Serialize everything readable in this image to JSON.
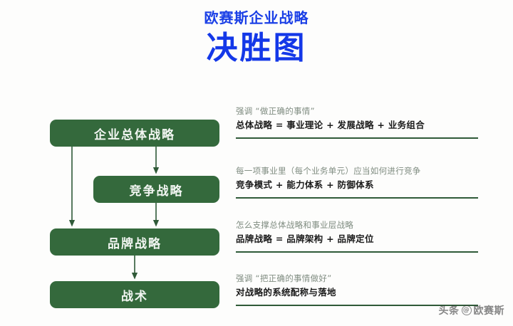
{
  "title": {
    "small": "欧赛斯企业战略",
    "large": "决胜图",
    "color_small": "#1a3fe6",
    "color_large": "#1438e8"
  },
  "theme": {
    "node_fill": "#34693c",
    "node_text": "#f2f6f2",
    "rule_color": "#2f5a38",
    "sub_text": "#7f8c80",
    "main_text": "#1b1b1b",
    "background": "#fdfdfc"
  },
  "flow": {
    "nodes": [
      {
        "id": "overall-strategy",
        "label": "企业总体战略"
      },
      {
        "id": "competitive-strategy",
        "label": "竞争战略"
      },
      {
        "id": "brand-strategy",
        "label": "品牌战略"
      },
      {
        "id": "tactics",
        "label": "战术"
      }
    ],
    "connectors": [
      {
        "from": "企业总体战略",
        "to": "竞争战略"
      },
      {
        "from": "企业总体战略",
        "to": "品牌战略"
      },
      {
        "from": "竞争战略",
        "to": "品牌战略"
      },
      {
        "from": "品牌战略",
        "to": "战术"
      }
    ]
  },
  "details": [
    {
      "sub": "强调 “做正确的事情”",
      "main": "总体战略 = 事业理论 + 发展战略 + 业务组合"
    },
    {
      "sub": "每一项事业里（每个业务单元）应当如何进行竞争",
      "main": "竞争模式 + 能力体系 + 防御体系"
    },
    {
      "sub": "怎么支撑总体战略和事业层战略",
      "main": "品牌战略 = 品牌架构 + 品牌定位"
    },
    {
      "sub": "强调 “把正确的事情做好”",
      "main": "对战略的系统配称与落地"
    }
  ],
  "watermark": {
    "platform": "头条",
    "at": "@",
    "account": "欧赛斯"
  }
}
